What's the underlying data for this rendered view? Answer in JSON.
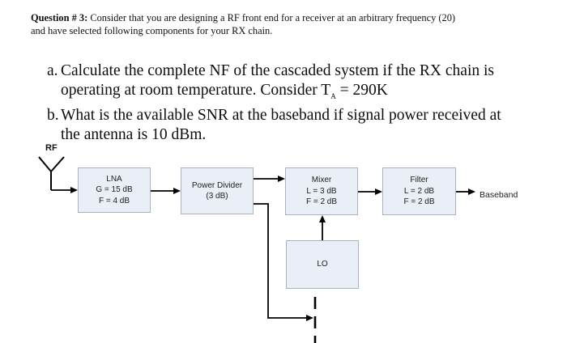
{
  "question": {
    "label": "Question # 3:",
    "intro_line1": " Consider that you are designing a RF front end for a receiver at an arbitrary frequency (20)",
    "intro_line2": "and have selected following components for your RX chain.",
    "item_a": {
      "marker": "a.",
      "line1": "Calculate the complete NF of the cascaded system if the RX chain is",
      "line2_pre": "operating at room temperature. Consider T",
      "line2_sub": "A",
      "line2_post": " = 290K"
    },
    "item_b": {
      "marker": "b.",
      "line1": "What is the available SNR at the baseband if signal power received at",
      "line2": "the antenna is 10 dBm."
    }
  },
  "diagram": {
    "rf_label": "RF",
    "baseband_label": "Baseband",
    "lna": {
      "line1": "LNA",
      "line2": "G = 15 dB",
      "line3": "F = 4 dB"
    },
    "power_divider": {
      "line1": "Power Divider",
      "line2": "(3 dB)"
    },
    "mixer": {
      "line1": "Mixer",
      "line2": "L = 3 dB",
      "line3": "F = 2 dB"
    },
    "filter": {
      "line1": "Filter",
      "line2": "L = 2 dB",
      "line3": "F = 2 dB"
    },
    "lo": {
      "line1": "LO"
    },
    "colors": {
      "block_fill": "#eaeef6",
      "block_border": "#a9b2c3",
      "line_color": "#000000"
    }
  }
}
